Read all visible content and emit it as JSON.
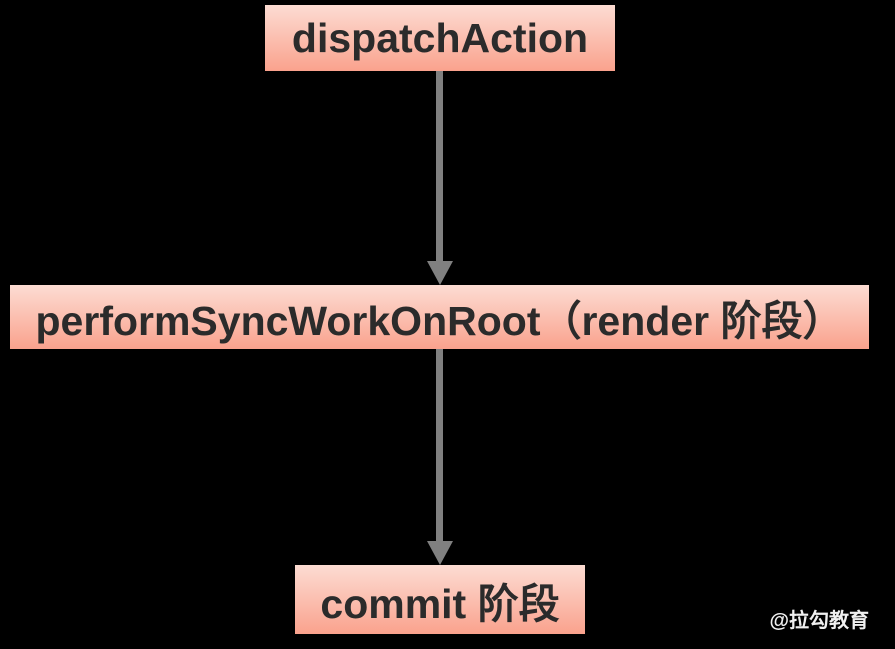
{
  "theme": {
    "background": "#000000",
    "box_gradient_top": "#fcdcd3",
    "box_gradient_bottom": "#faa28d",
    "box_text_color": "#2b2b2b",
    "arrow_color": "#808080",
    "watermark_color": "#f0f0f0"
  },
  "diagram": {
    "nodes": [
      {
        "id": "dispatch-action",
        "label": "dispatchAction"
      },
      {
        "id": "perform-sync-work-on-root",
        "label": "performSyncWorkOnRoot（render 阶段）"
      },
      {
        "id": "commit-phase",
        "label": "commit 阶段"
      }
    ],
    "edges": [
      {
        "from": "dispatch-action",
        "to": "perform-sync-work-on-root"
      },
      {
        "from": "perform-sync-work-on-root",
        "to": "commit-phase"
      }
    ]
  },
  "watermark": {
    "text": "@拉勾教育"
  }
}
